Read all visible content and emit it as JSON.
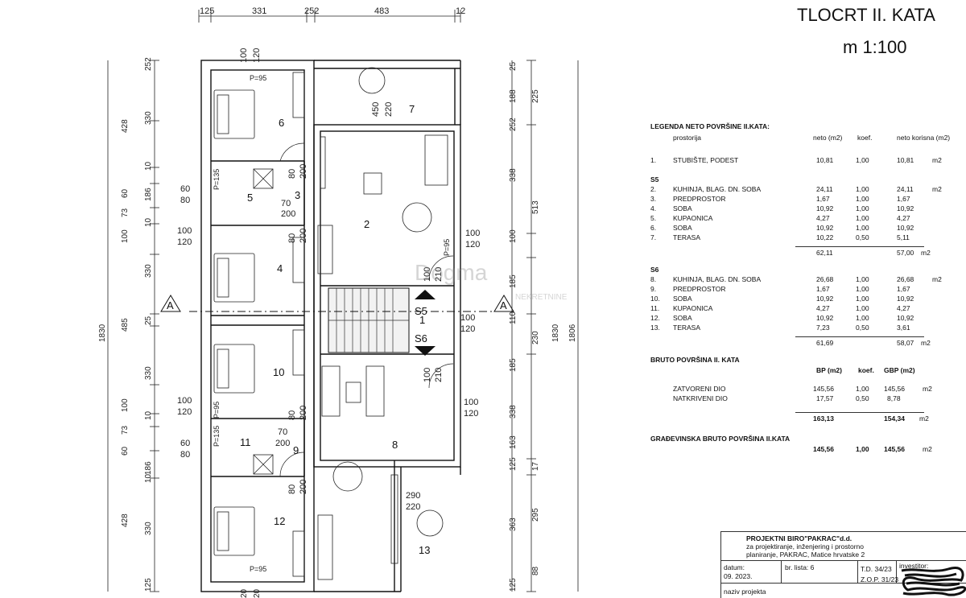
{
  "title": {
    "line1": "TLOCRT II. KATA",
    "line2": "m 1:100"
  },
  "dims": {
    "top": [
      "125",
      "331",
      "252",
      "483",
      "12"
    ],
    "left": [
      "252",
      "428",
      "330",
      "10",
      "186",
      "60",
      "73",
      "10",
      "100",
      "330",
      "25",
      "485",
      "25",
      "330",
      "100",
      "10",
      "73",
      "60",
      "186",
      "10",
      "428",
      "330",
      "125"
    ],
    "left_total": "1830",
    "right": [
      "25",
      "188",
      "225",
      "252",
      "338",
      "513",
      "100",
      "185",
      "110",
      "230",
      "185",
      "338",
      "163",
      "125",
      "17",
      "295",
      "363",
      "88",
      "125"
    ],
    "right_total_a": "1830",
    "right_total_b": "1806",
    "bottom": [
      "20",
      "20"
    ]
  },
  "room_numbers": [
    "6",
    "7",
    "5",
    "3",
    "2",
    "4",
    "1",
    "10",
    "8",
    "11",
    "9",
    "12",
    "13"
  ],
  "stair_labels": [
    "S5",
    "S6"
  ],
  "section_label": "A",
  "openings": [
    "100",
    "120",
    "P=95",
    "60",
    "80",
    "P=135",
    "80",
    "200",
    "70",
    "200",
    "100",
    "120",
    "80",
    "200",
    "100",
    "120",
    "P=95",
    "100",
    "210",
    "450",
    "220",
    "100",
    "120",
    "100",
    "210",
    "100",
    "120",
    "100",
    "120",
    "P=95",
    "80",
    "200",
    "60",
    "80",
    "P=135",
    "70",
    "200",
    "80",
    "200",
    "P=95",
    "290",
    "220",
    "100",
    "120"
  ],
  "watermark": {
    "main": "Dogma",
    "sub": "NEKRETNINE"
  },
  "legend": {
    "heading": "LEGENDA NETO POVRŠINE II.KATA:",
    "col_room": "prostorija",
    "col_net": "neto (m2)",
    "col_koef": "koef.",
    "col_usable": "neto korisna (m2)",
    "rows": [
      {
        "n": "1.",
        "name": "STUBIŠTE, PODEST",
        "net": "10,81",
        "koef": "1,00",
        "use": "10,81",
        "unit": "m2"
      }
    ],
    "s5_label": "S5",
    "s5_rows": [
      {
        "n": "2.",
        "name": "KUHINJA, BLAG. DN. SOBA",
        "net": "24,11",
        "koef": "1,00",
        "use": "24,11",
        "unit": "m2"
      },
      {
        "n": "3.",
        "name": "PREDPROSTOR",
        "net": "1,67",
        "koef": "1,00",
        "use": "1,67",
        "unit": ""
      },
      {
        "n": "4.",
        "name": "SOBA",
        "net": "10,92",
        "koef": "1,00",
        "use": "10,92",
        "unit": ""
      },
      {
        "n": "5.",
        "name": "KUPAONICA",
        "net": "4,27",
        "koef": "1,00",
        "use": "4,27",
        "unit": ""
      },
      {
        "n": "6.",
        "name": "SOBA",
        "net": "10,92",
        "koef": "1,00",
        "use": "10,92",
        "unit": ""
      },
      {
        "n": "7.",
        "name": "TERASA",
        "net": "10,22",
        "koef": "0,50",
        "use": "5,11",
        "unit": ""
      }
    ],
    "s5_total_net": "62,11",
    "s5_total_use": "57,00",
    "s5_total_unit": "m2",
    "s6_label": "S6",
    "s6_rows": [
      {
        "n": "8.",
        "name": "KUHINJA, BLAG. DN. SOBA",
        "net": "26,68",
        "koef": "1,00",
        "use": "26,68",
        "unit": "m2"
      },
      {
        "n": "9.",
        "name": "PREDPROSTOR",
        "net": "1,67",
        "koef": "1,00",
        "use": "1,67",
        "unit": ""
      },
      {
        "n": "10.",
        "name": "SOBA",
        "net": "10,92",
        "koef": "1,00",
        "use": "10,92",
        "unit": ""
      },
      {
        "n": "11.",
        "name": "KUPAONICA",
        "net": "4,27",
        "koef": "1,00",
        "use": "4,27",
        "unit": ""
      },
      {
        "n": "12.",
        "name": "SOBA",
        "net": "10,92",
        "koef": "1,00",
        "use": "10,92",
        "unit": ""
      },
      {
        "n": "13.",
        "name": "TERASA",
        "net": "7,23",
        "koef": "0,50",
        "use": "3,61",
        "unit": ""
      }
    ],
    "s6_total_net": "61,69",
    "s6_total_use": "58,07",
    "s6_total_unit": "m2",
    "bruto_heading": "BRUTO POVRŠINA  II. KATA",
    "bruto_col_bp": "BP (m2)",
    "bruto_col_koef": "koef.",
    "bruto_col_gbp": "GBP (m2)",
    "bruto_rows": [
      {
        "name": "ZATVORENI DIO",
        "bp": "145,56",
        "koef": "1,00",
        "gbp": "145,56",
        "unit": "m2"
      },
      {
        "name": "NATKRIVENI DIO",
        "bp": "17,57",
        "koef": "0,50",
        "gbp": "8,78",
        "unit": ""
      }
    ],
    "bruto_total_bp": "163,13",
    "bruto_total_gbp": "154,34",
    "bruto_total_unit": "m2",
    "gbp_heading": "GRAĐEVINSKA BRUTO POVRŠINA II.KATA",
    "gbp_bp": "145,56",
    "gbp_koef": "1,00",
    "gbp_gbp": "145,56",
    "gbp_unit": "m2"
  },
  "title_block": {
    "firm": "PROJEKTNI BIRO\"PAKRAC\"d.d.",
    "desc1": "za projektiranje, inženjering i prostorno",
    "desc2": "planiranje, PAKRAC, Matice hrvatske 2",
    "date_label": "datum:",
    "date": "09. 2023.",
    "sheet": "br. lista: 6",
    "td": "T.D. 34/23",
    "zop": "Z.O.P. 31/23",
    "investor_label": "investitor:",
    "project_label": "naziv projekta"
  },
  "colors": {
    "ink": "#111111",
    "wall_fill": "#ffffff",
    "stair_fill": "#f2f2f2"
  }
}
